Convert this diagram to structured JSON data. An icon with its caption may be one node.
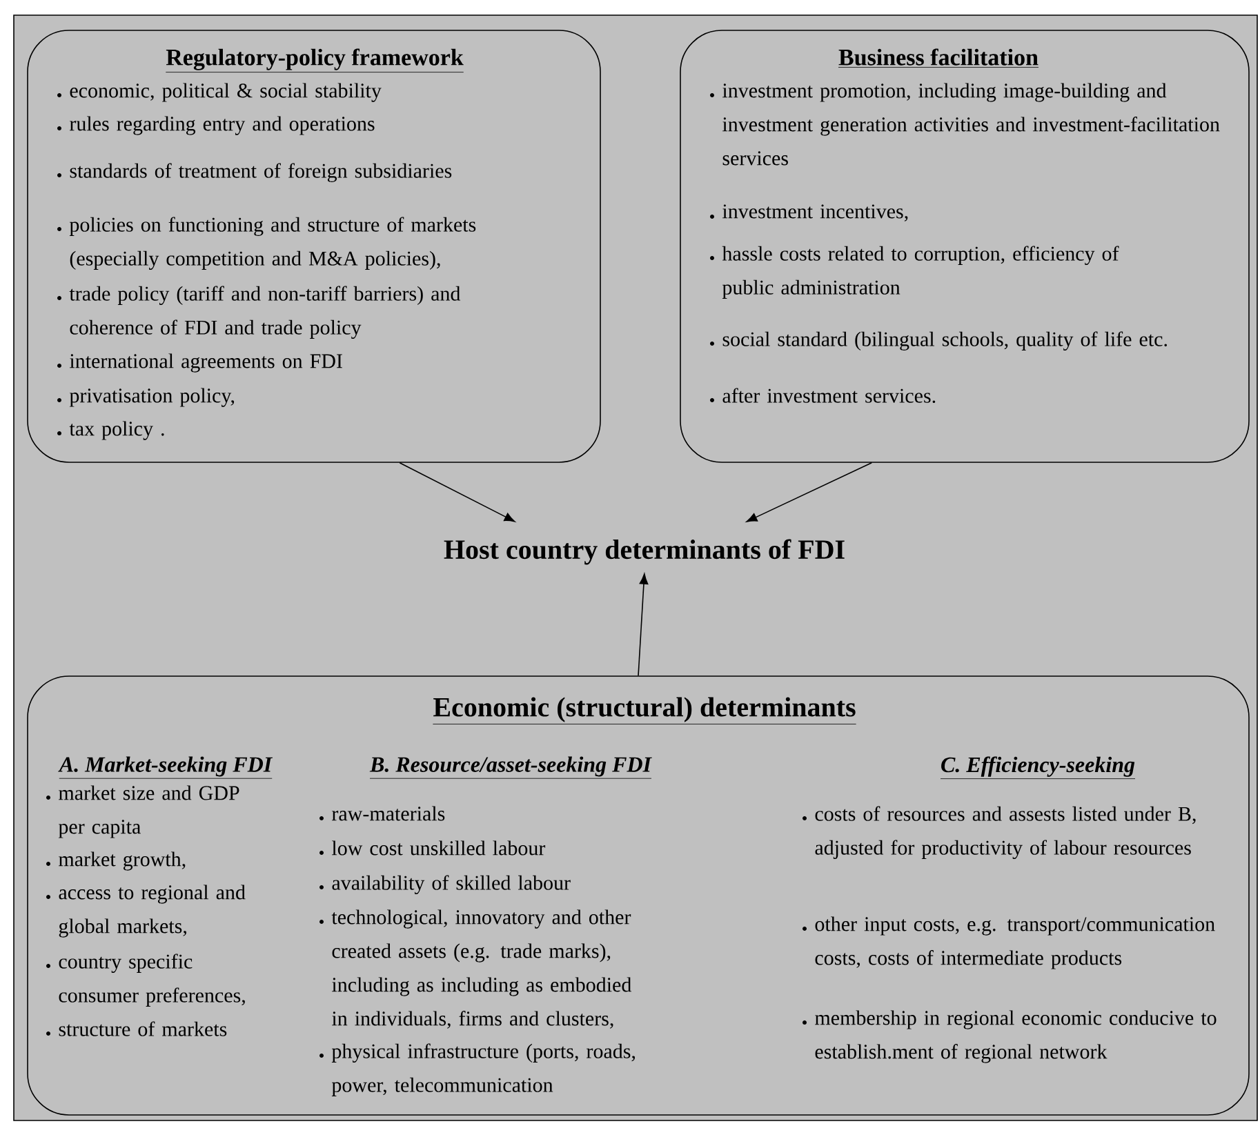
{
  "diagram": {
    "nodes": [
      {
        "text": [
          "Regulatory-policy framework",
          "economic, political & social stability",
          "rules regarding entry and operations",
          "standards of treatment of foreign subsidiaries",
          "policies on functioning and structure of markets (especially competition and M&A policies),",
          "trade policy (tariff and non-tariff barriers) and coherence of FDI and trade policy",
          "international agreements on FDI",
          "privatisation policy,",
          "tax policy ."
        ]
      },
      {
        "text": [
          "Business facilitation",
          "investment promotion, including image-building and investment generation activities and investment-facilitation services",
          "investment incentives,",
          "hassle costs related to corruption, efficiency of public administration",
          "social standard (bilingual schools, quality of life etc.",
          "after investment services."
        ]
      },
      {
        "text": [
          "Host country determinants of FDI"
        ]
      },
      {
        "text": [
          "Economic (structural) determinants",
          "A. Market-seeking FDI",
          "B. Resource/asset-seeking FDI",
          "C. Efficiency-seeking",
          "market size and GDP per capita",
          "market growth,",
          "access to regional and global markets,",
          "country specific consumer preferences,",
          "structure of markets",
          "raw-materials",
          "low cost unskilled labour",
          "availability of skilled labour",
          "technological, innovatory and other created assets (e.g. trade marks), including as including as embodied in individuals, firms and clusters,",
          "physical infrastructure (ports, roads, power, telecommunication",
          "costs of resources and assests listed under B, adjusted for productivity of labour resources",
          "other input costs, e.g. transport/communication costs, costs of intermediate products",
          "membership in regional economic conducive to establish.ment of regional network"
        ]
      }
    ],
    "edges": [
      {
        "from": 0,
        "to": 2,
        "arrow": "to"
      },
      {
        "from": 1,
        "to": 2,
        "arrow": "to"
      },
      {
        "from": 3,
        "to": 2,
        "arrow": "to"
      }
    ]
  }
}
